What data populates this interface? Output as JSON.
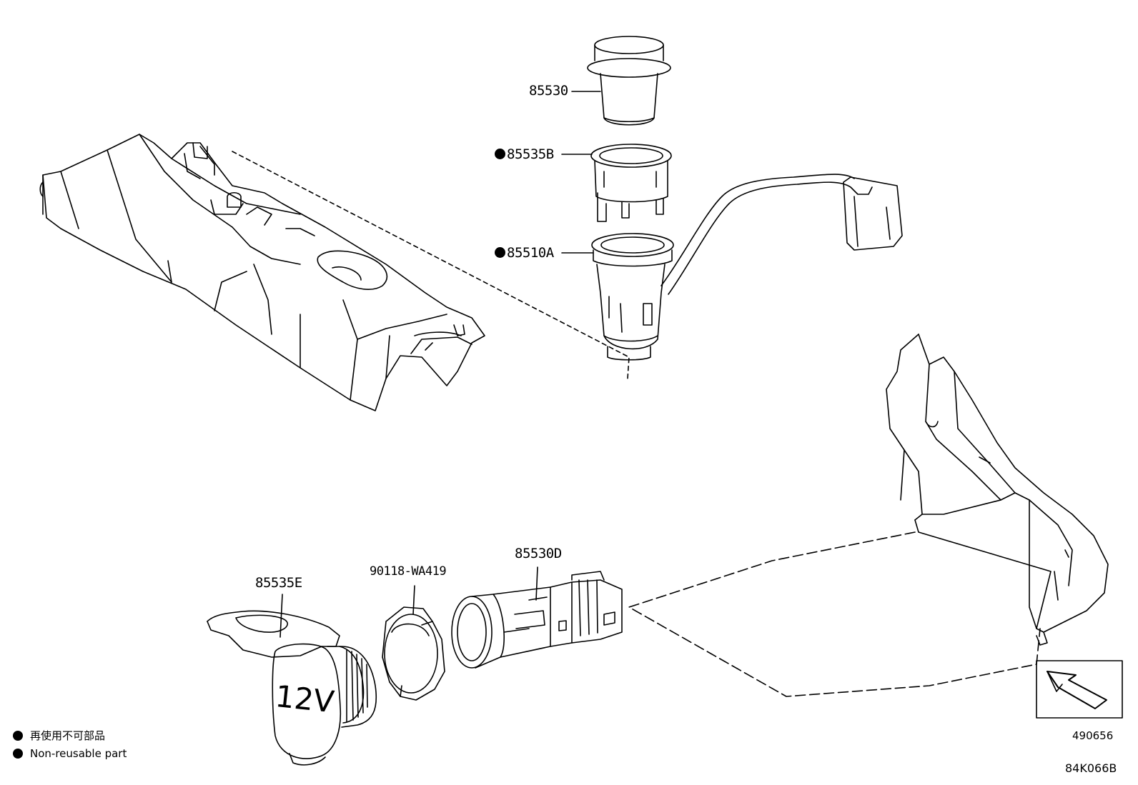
{
  "callouts": {
    "p85530": "85530",
    "p85535b": "85535B",
    "p85510a": "85510A",
    "p85535e": "85535E",
    "p90118": "90118-WA419",
    "p85530d": "85530D"
  },
  "socket_text": "12V",
  "legend": {
    "jp": "再使用不可部品",
    "en": "Non-reusable part"
  },
  "codes": {
    "arrow_ref": "490656",
    "diagram_id": "84K066B"
  }
}
